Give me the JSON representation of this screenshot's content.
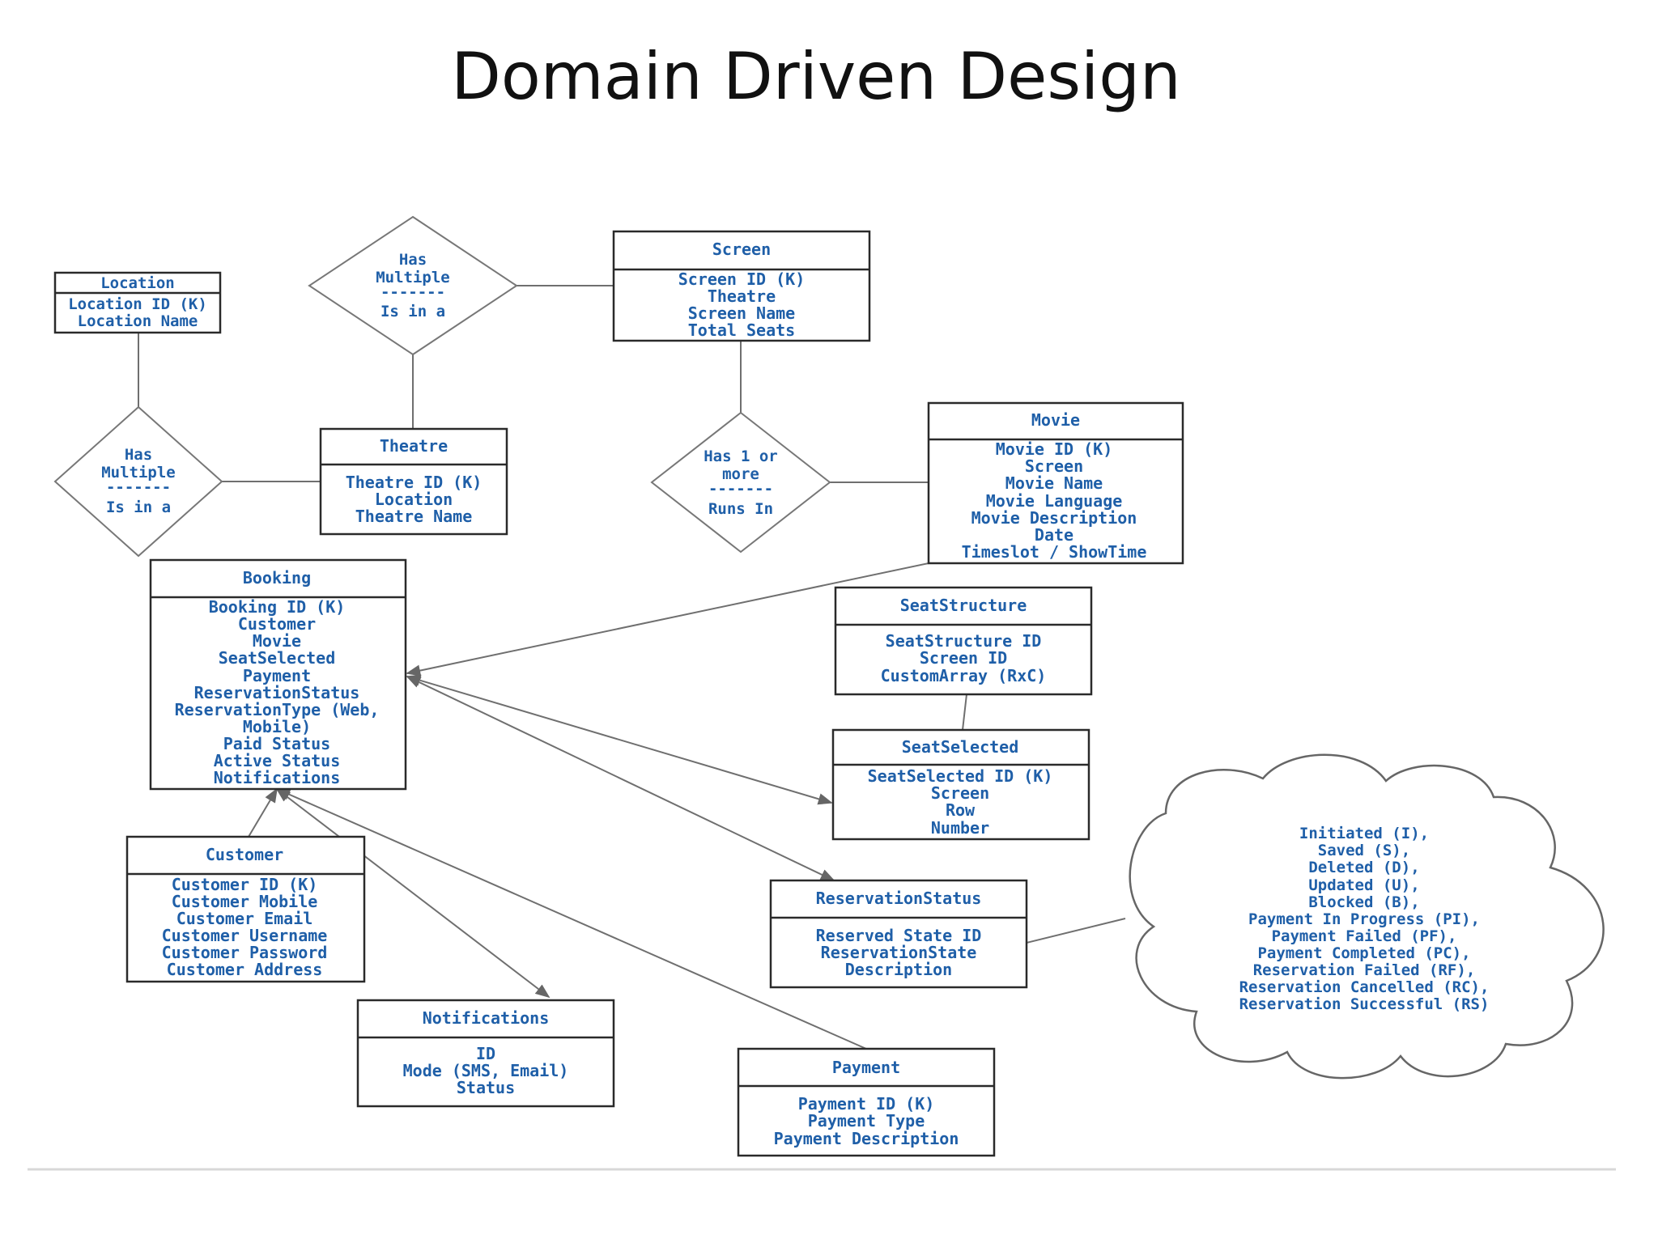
{
  "title": "Domain Driven Design",
  "entities": {
    "location": {
      "name": "Location",
      "fields": [
        "Location ID (K)",
        "Location Name"
      ]
    },
    "screen": {
      "name": "Screen",
      "fields": [
        "Screen ID (K)",
        "Theatre",
        "Screen Name",
        "Total Seats"
      ]
    },
    "theatre": {
      "name": "Theatre",
      "fields": [
        "Theatre ID (K)",
        "Location",
        "Theatre Name"
      ]
    },
    "movie": {
      "name": "Movie",
      "fields": [
        "Movie ID (K)",
        "Screen",
        "Movie Name",
        "Movie Language",
        "Movie Description",
        "Date",
        "Timeslot / ShowTime"
      ]
    },
    "booking": {
      "name": "Booking",
      "fields": [
        "Booking ID (K)",
        "Customer",
        "Movie",
        "SeatSelected",
        "Payment",
        "ReservationStatus",
        "ReservationType (Web,",
        "Mobile)",
        "Paid Status",
        "Active Status",
        "Notifications"
      ]
    },
    "seatstructure": {
      "name": "SeatStructure",
      "fields": [
        "SeatStructure ID",
        "Screen ID",
        "CustomArray (RxC)"
      ]
    },
    "seatselected": {
      "name": "SeatSelected",
      "fields": [
        "SeatSelected ID (K)",
        "Screen",
        "Row",
        "Number"
      ]
    },
    "customer": {
      "name": "Customer",
      "fields": [
        "Customer ID (K)",
        "Customer Mobile",
        "Customer Email",
        "Customer Username",
        "Customer Password",
        "Customer Address"
      ]
    },
    "reservationstatus": {
      "name": "ReservationStatus",
      "fields": [
        "Reserved State ID",
        "ReservationState",
        "Description"
      ]
    },
    "notifications": {
      "name": "Notifications",
      "fields": [
        "ID",
        "Mode (SMS, Email)",
        "Status"
      ]
    },
    "payment": {
      "name": "Payment",
      "fields": [
        "Payment ID (K)",
        "Payment Type",
        "Payment Description"
      ]
    }
  },
  "relationships": {
    "theatre_screen": [
      "Has",
      "Multiple",
      "-------",
      "Is in a"
    ],
    "location_theatre": [
      "Has",
      "Multiple",
      "-------",
      "Is in a"
    ],
    "screen_movie": [
      "Has 1 or",
      "more",
      "-------",
      "Runs In"
    ]
  },
  "reservation_states": [
    "Initiated (I),",
    "Saved (S),",
    "Deleted (D),",
    "Updated (U),",
    "Blocked (B),",
    "Payment In Progress (PI),",
    "Payment Failed (PF),",
    "Payment Completed (PC),",
    "Reservation Failed (RF),",
    "Reservation Cancelled (RC),",
    "Reservation Successful (RS)"
  ]
}
